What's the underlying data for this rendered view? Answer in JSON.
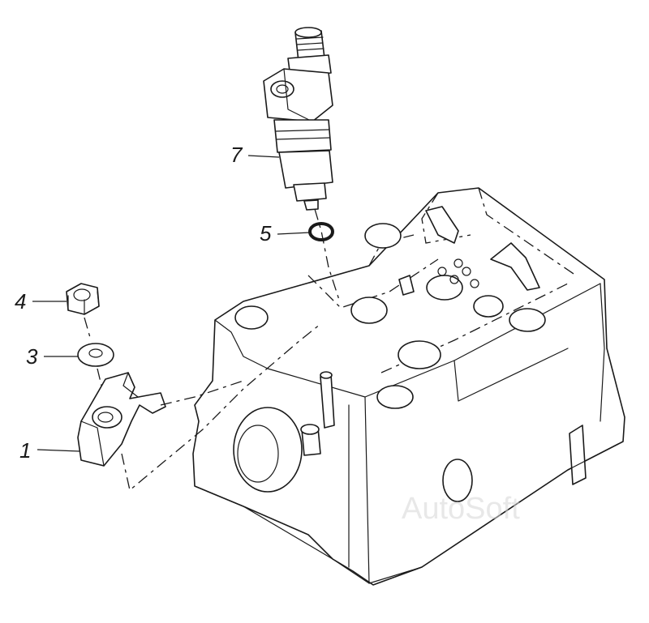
{
  "callouts": {
    "c7": "7",
    "c5": "5",
    "c4": "4",
    "c3": "3",
    "c1": "1"
  },
  "watermark": "AutoSoft",
  "colors": {
    "line": "#1a1a1a",
    "background": "#ffffff",
    "watermark": "#d6d6d6"
  }
}
